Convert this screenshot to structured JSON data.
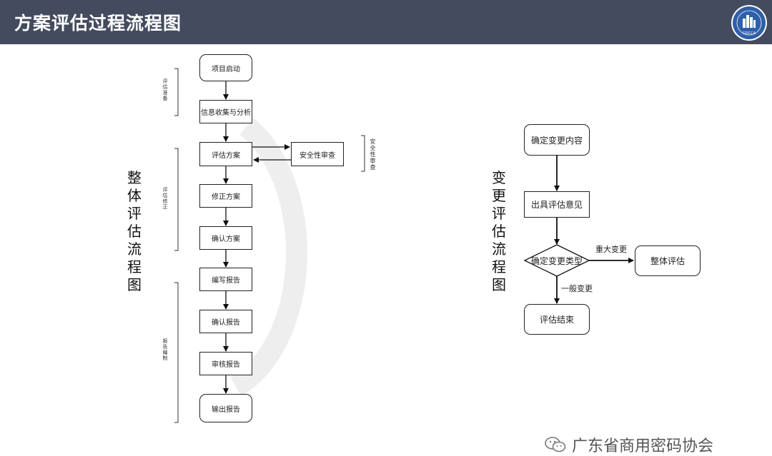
{
  "header": {
    "title": "方案评估过程流程图",
    "logo_text": "广东省商用密码协会",
    "logo_abbr": "GDCCA"
  },
  "left_diagram": {
    "title": "整体评估流程图",
    "phases": [
      "评估准备",
      "评估修正",
      "报告编制"
    ],
    "side_label": "安全性审查",
    "nodes": [
      "项目启动",
      "信息收集与分析",
      "评估方案",
      "安全性审查",
      "修正方案",
      "确认方案",
      "编写报告",
      "确认报告",
      "审核报告",
      "输出报告"
    ]
  },
  "right_diagram": {
    "title": "变更评估流程图",
    "nodes": [
      "确定变更内容",
      "出具评估意见",
      "确定变更类型",
      "整体评估",
      "评估结束"
    ],
    "edge_labels": [
      "重大变更",
      "一般变更"
    ]
  },
  "watermark": {
    "text": "广东省商用密码协会"
  },
  "colors": {
    "header_bg": "#444b5e",
    "logo_bg": "#2f5fa8"
  }
}
